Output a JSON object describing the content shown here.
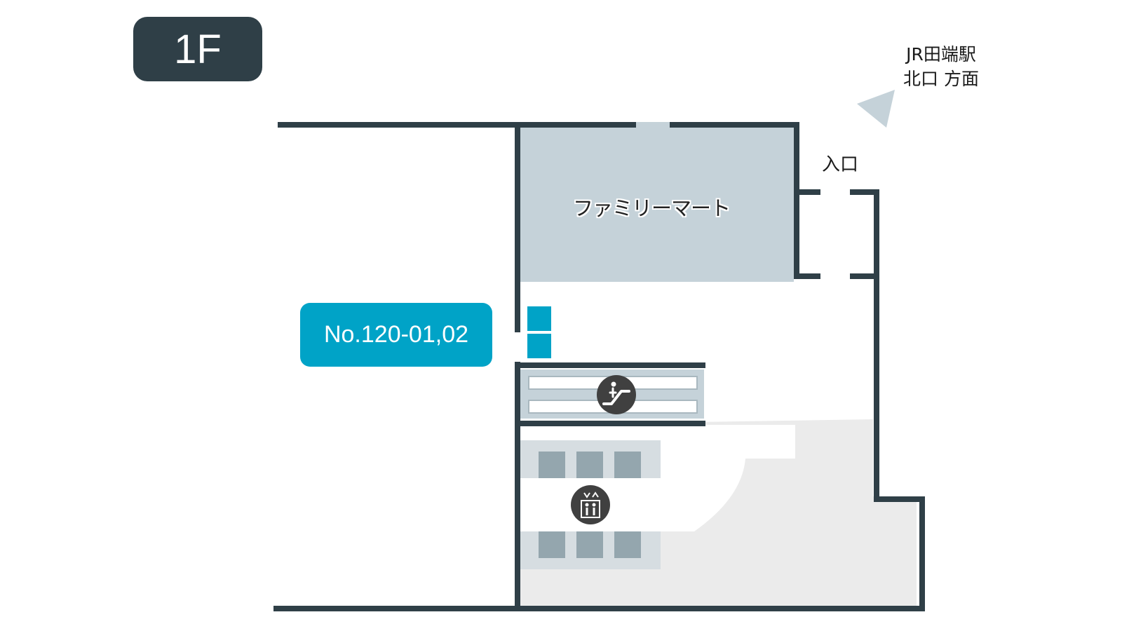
{
  "floor": {
    "label": "1F"
  },
  "direction": {
    "line1": "JR田端駅",
    "line2": "北口 方面"
  },
  "store": {
    "name": "ファミリーマート"
  },
  "entrance": {
    "label": "入口"
  },
  "unit": {
    "label": "No.120-01,02"
  },
  "icons": {
    "escalator": "escalator-icon",
    "elevator": "elevator-icon",
    "direction": "direction-arrow-icon"
  },
  "colors": {
    "wall": "#2f3f47",
    "store": "#c5d2d9",
    "accent": "#00a3c7",
    "floor_gray": "#ebebeb",
    "icon_bg": "#404040"
  }
}
